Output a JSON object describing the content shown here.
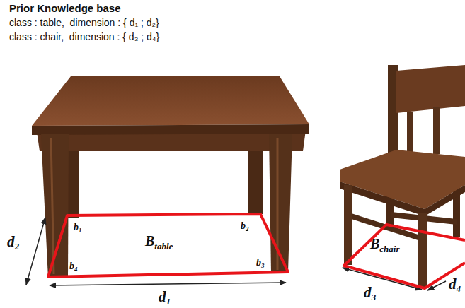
{
  "diagram": {
    "title": "Prior Knowledge base",
    "nodes": [
      {
        "text": [
          "B",
          "table"
        ]
      },
      {
        "text": [
          "B",
          "chair"
        ]
      }
    ],
    "labels": [
      "class : table,  dimension : { d₁ ; d₂}",
      "class : chair,  dimension : { d₃ ; d₄}",
      "d₂",
      "d₁",
      "b₁",
      "b₂",
      "b₃",
      "b₄",
      "d₃",
      "d₄"
    ]
  }
}
